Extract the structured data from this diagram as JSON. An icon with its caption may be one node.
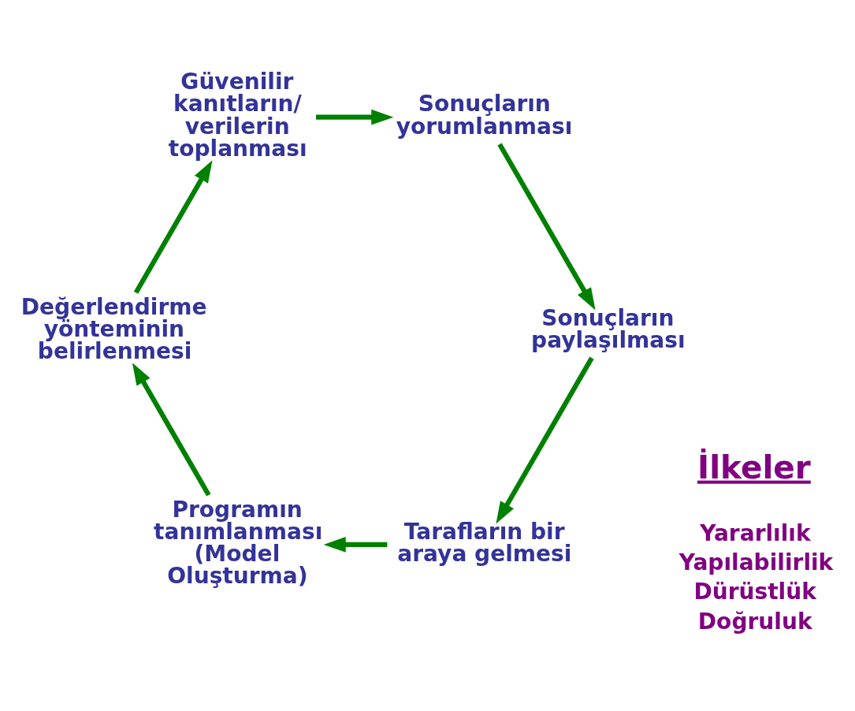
{
  "diagram": {
    "nodes": [
      {
        "text": [
          "Tarafların bir araya gelmesi"
        ]
      },
      {
        "text": [
          "Programın tanımlanması",
          "(Model Oluşturma)"
        ]
      },
      {
        "text": [
          "Değerlendirme yönteminin belirlenmesi"
        ]
      },
      {
        "text": [
          "Güvenilir kanıtların/ verilerin toplanması"
        ]
      },
      {
        "text": [
          "Sonuçların yorumlanması"
        ]
      },
      {
        "text": [
          "Sonuçların paylaşılması"
        ]
      }
    ],
    "edges": [
      {
        "from": 0,
        "to": 1,
        "arrow": "to"
      },
      {
        "from": 1,
        "to": 2,
        "arrow": "to"
      },
      {
        "from": 2,
        "to": 3,
        "arrow": "to"
      },
      {
        "from": 3,
        "to": 4,
        "arrow": "to"
      },
      {
        "from": 4,
        "to": 5,
        "arrow": "to"
      },
      {
        "from": 5,
        "to": 0,
        "arrow": "to"
      }
    ],
    "labels": [
      "İlkeler",
      "Yararlılık",
      "Yapılabilirlik",
      "Dürüstlük",
      "Doğruluk"
    ]
  }
}
